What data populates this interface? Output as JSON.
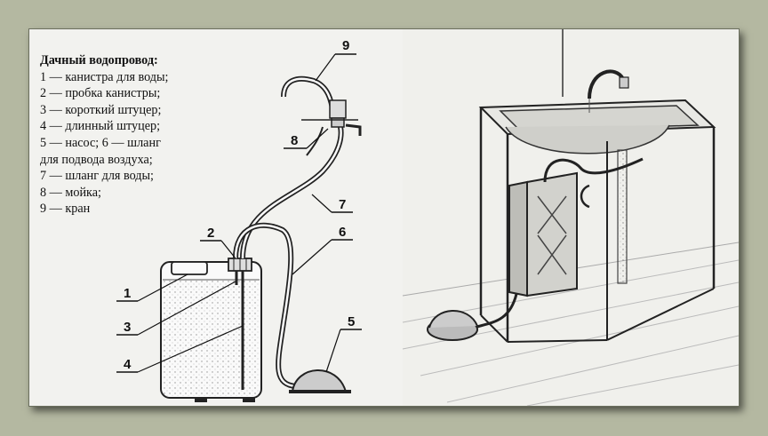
{
  "legend": {
    "title": "Дачный водопровод:",
    "lines": [
      "1 — канистра для воды;",
      "2 — пробка канистры;",
      "3 — короткий штуцер;",
      "4 — длинный штуцер;",
      "5 — насос; 6 — шланг",
      "для подвода воздуха;",
      "7 — шланг для воды;",
      "8 — мойка;",
      "9 — кран"
    ]
  },
  "callouts": {
    "c1": "1",
    "c2": "2",
    "c3": "3",
    "c4": "4",
    "c5": "5",
    "c6": "6",
    "c7": "7",
    "c8": "8",
    "c9": "9"
  }
}
